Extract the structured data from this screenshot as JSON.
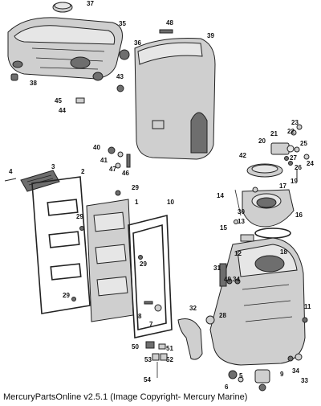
{
  "footer": {
    "copyright": "MercuryPartsOnline v2.5.1 (Image Copyright- Mercury Marine)"
  },
  "callouts": [
    "37",
    "35",
    "48",
    "36",
    "39",
    "38",
    "43",
    "45",
    "44",
    "40",
    "41",
    "47",
    "46",
    "23",
    "22",
    "21",
    "25",
    "20",
    "24",
    "27",
    "26",
    "19",
    "42",
    "4",
    "3",
    "2",
    "29",
    "1",
    "10",
    "17",
    "14",
    "30",
    "16",
    "13",
    "15",
    "12",
    "18",
    "31",
    "49",
    "34",
    "7",
    "8",
    "32",
    "28",
    "11",
    "50",
    "51",
    "53",
    "52",
    "54",
    "6",
    "5",
    "9",
    "34",
    "33"
  ]
}
